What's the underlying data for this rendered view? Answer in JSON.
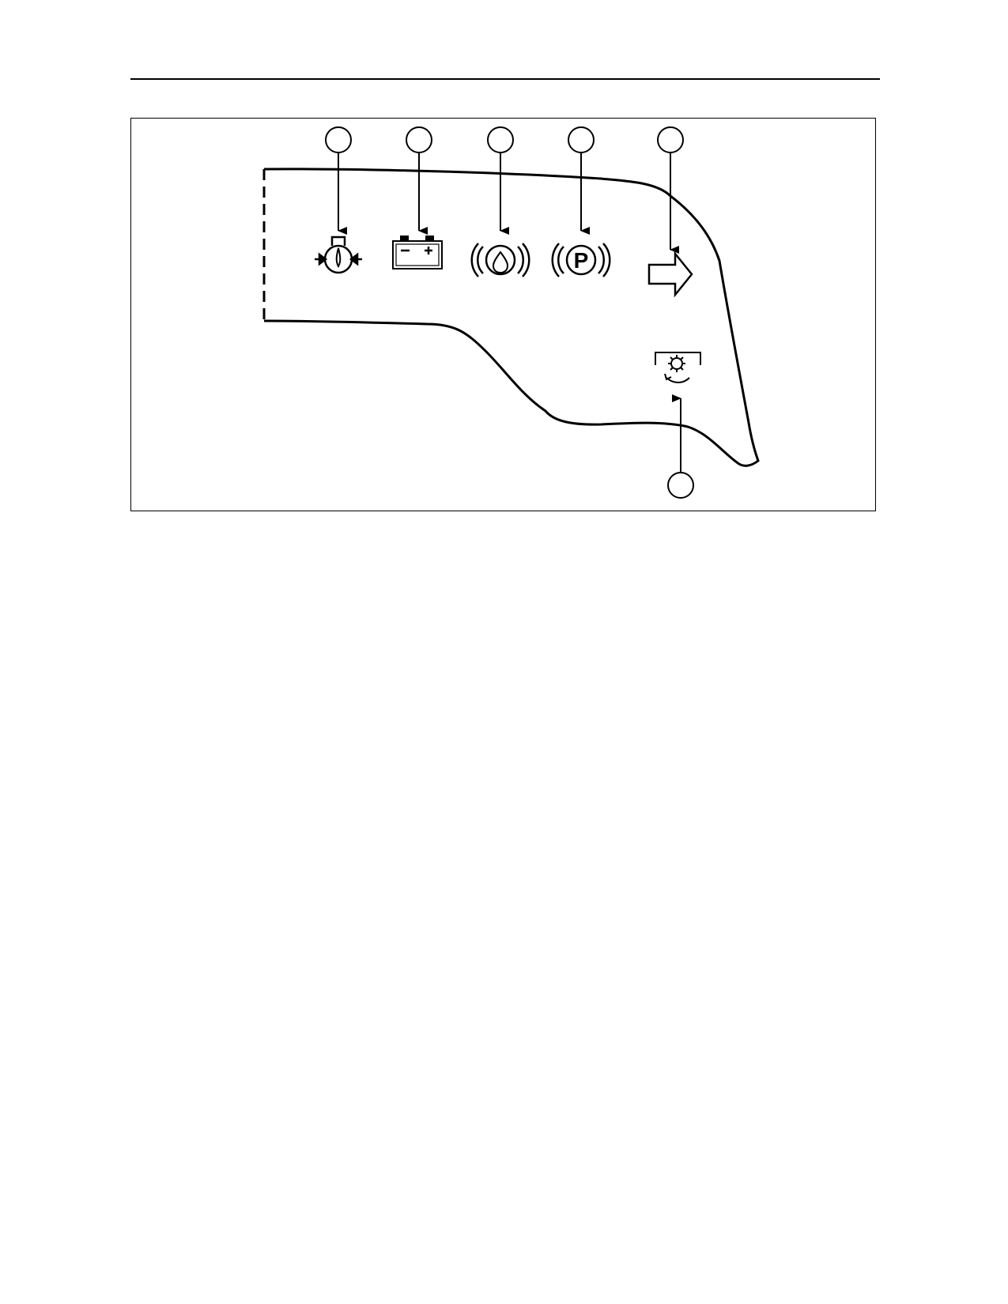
{
  "figure": {
    "indicators": [
      {
        "name": "air-filter-restriction-indicator",
        "icon": "air-filter-icon"
      },
      {
        "name": "battery-charge-indicator",
        "icon": "battery-icon",
        "symbols": [
          "−",
          "+"
        ]
      },
      {
        "name": "hydraulic-oil-indicator",
        "icon": "oil-drop-icon"
      },
      {
        "name": "park-brake-indicator",
        "icon": "park-brake-icon",
        "symbol": "P"
      },
      {
        "name": "turn-signal-indicator",
        "icon": "right-arrow-icon"
      },
      {
        "name": "transmission-indicator",
        "icon": "gear-icon"
      }
    ],
    "colors": {
      "line": "#000000",
      "background": "#ffffff"
    }
  }
}
